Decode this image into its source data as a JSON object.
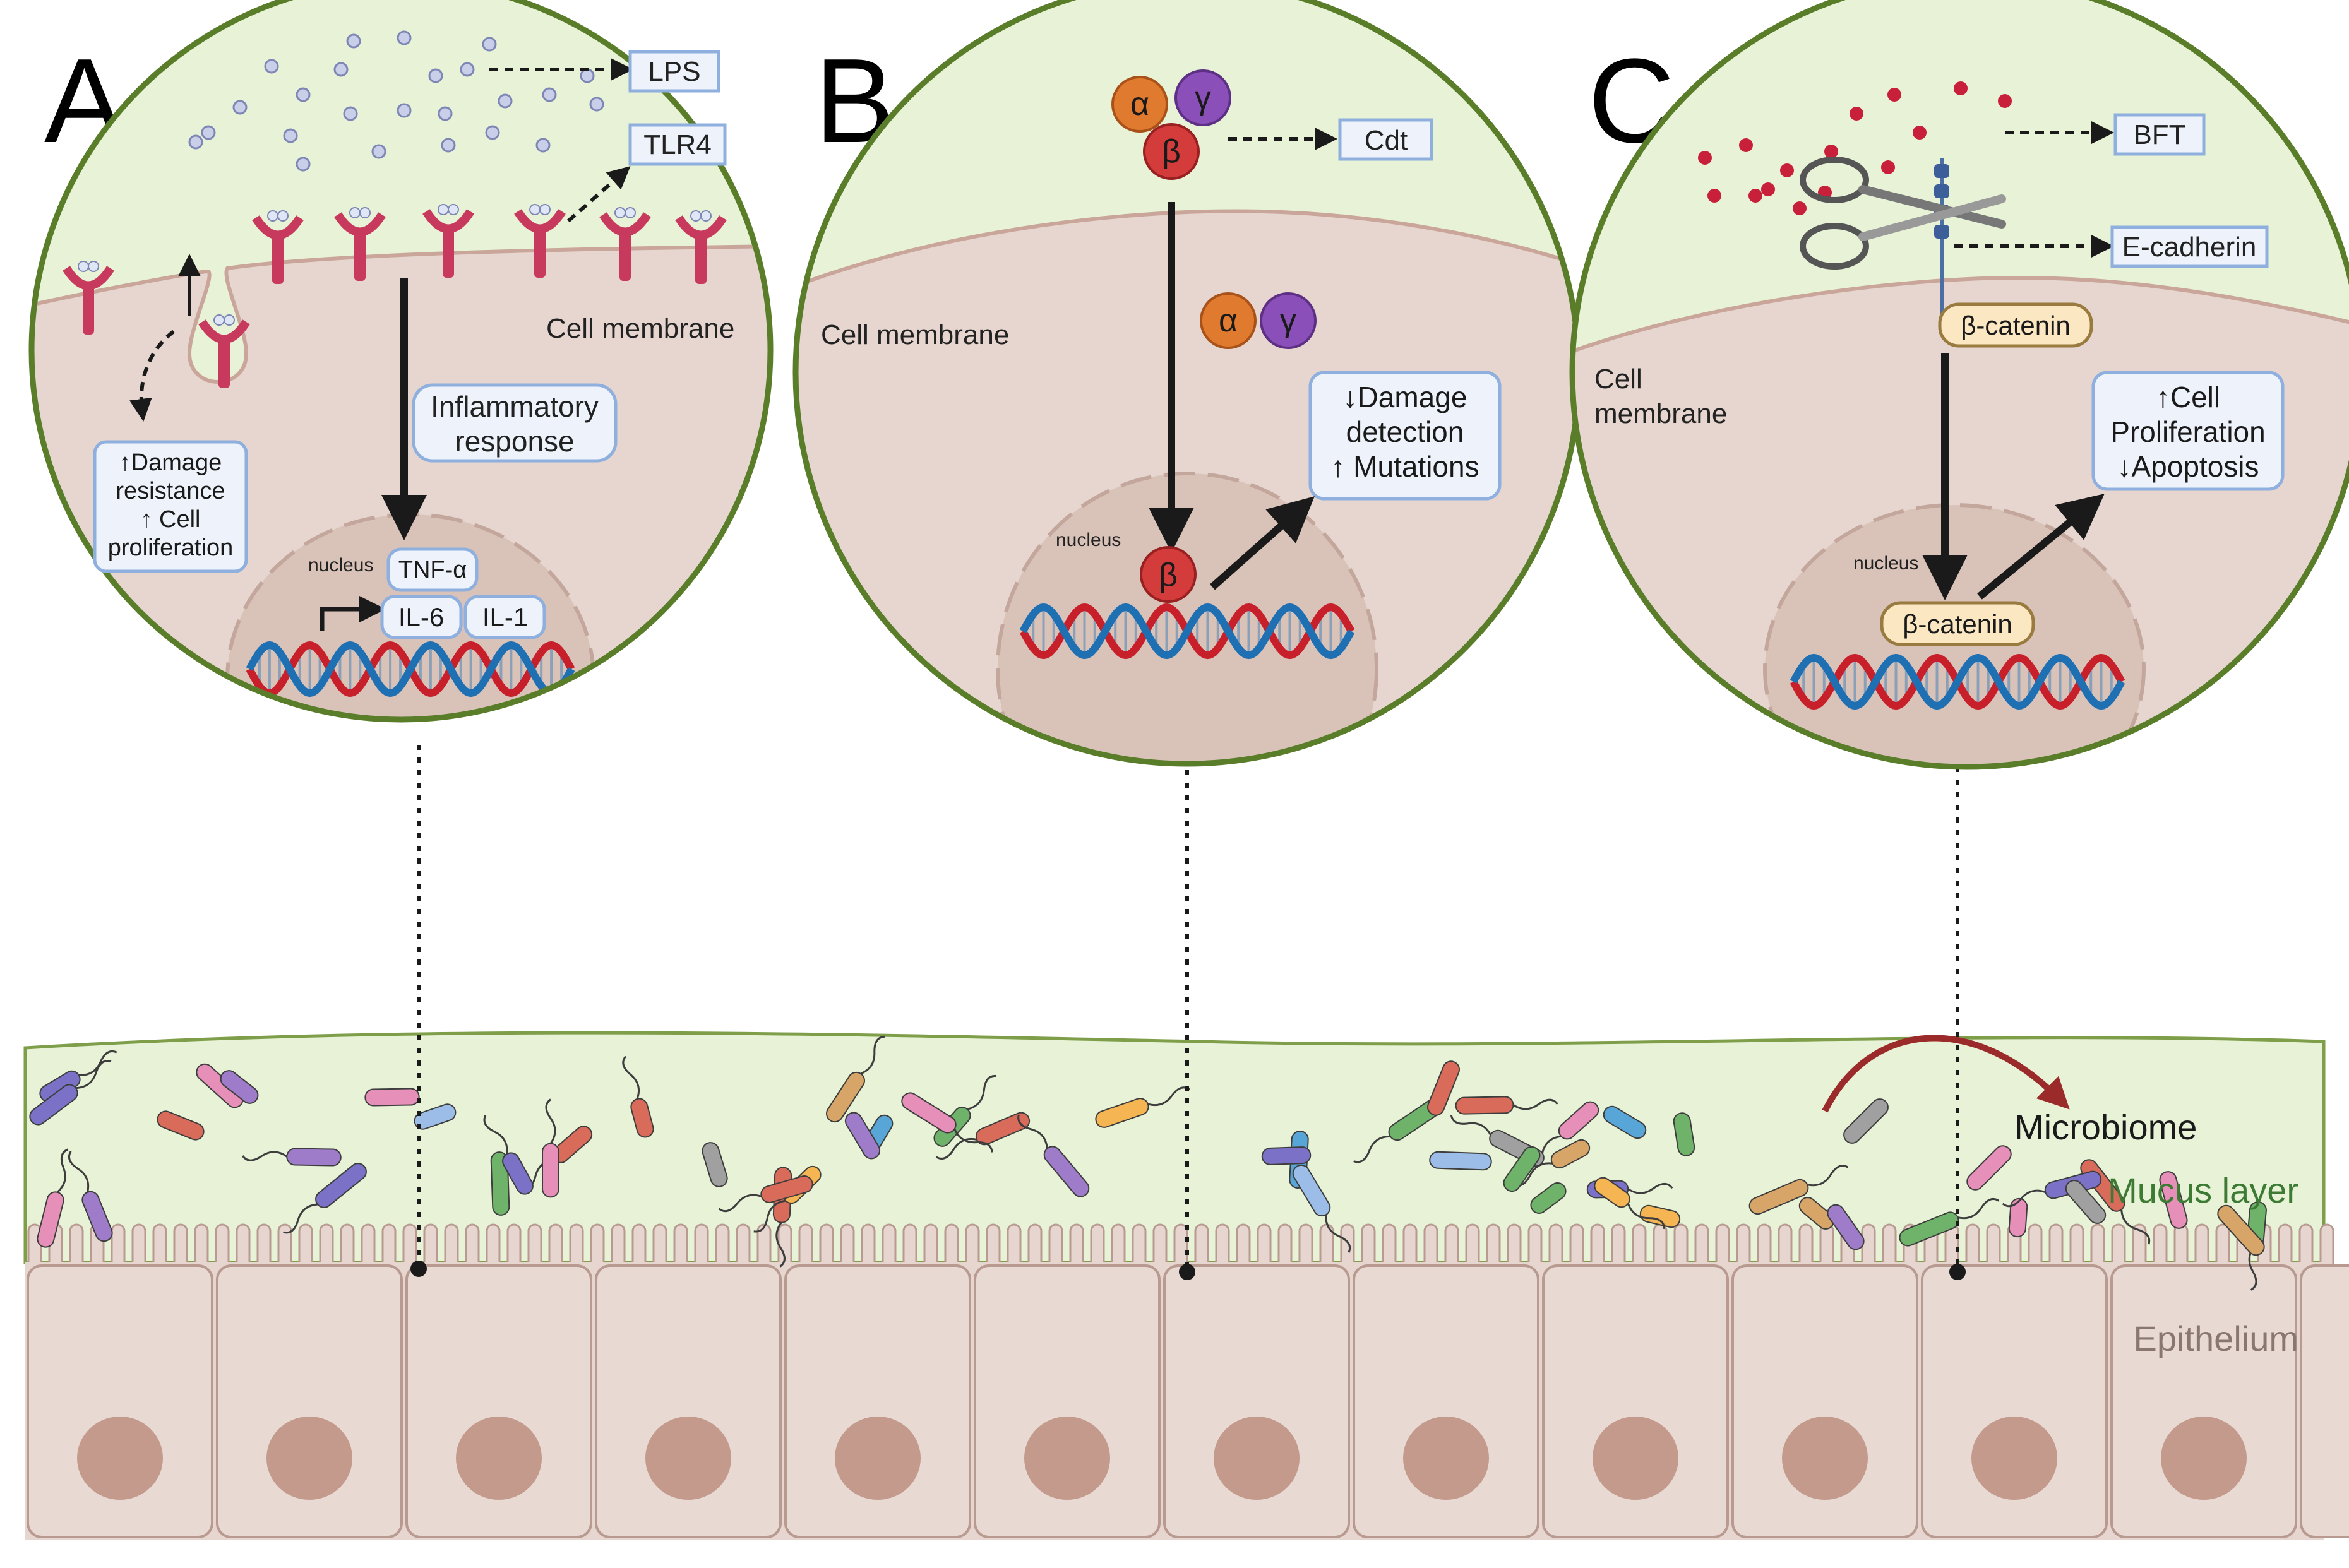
{
  "panels": {
    "A": {
      "letter": "A",
      "toxin_label": "LPS",
      "receptor_label": "TLR4",
      "membrane_label": "Cell membrane",
      "response_lines": [
        "Inflammatory",
        "response"
      ],
      "effects_lines": [
        "↑Damage",
        "resistance",
        "↑ Cell",
        "proliferation"
      ],
      "nucleus_label": "nucleus",
      "cytokines": [
        "TNF-α",
        "IL-6",
        "IL-1"
      ]
    },
    "B": {
      "letter": "B",
      "toxin_label": "Cdt",
      "subunits": {
        "alpha": "α",
        "gamma": "γ",
        "beta": "β"
      },
      "membrane_label": "Cell membrane",
      "effects_lines": [
        "↓Damage",
        "detection",
        "↑ Mutations"
      ],
      "nucleus_label": "nucleus"
    },
    "C": {
      "letter": "C",
      "toxin_label": "BFT",
      "adhesion_label": "E-cadherin",
      "catenin_label": "β-catenin",
      "membrane_lines": [
        "Cell",
        "membrane"
      ],
      "effects_lines": [
        "↑Cell",
        "Proliferation",
        "↓Apoptosis"
      ],
      "nucleus_label": "nucleus",
      "nuclear_catenin_label": "β-catenin"
    }
  },
  "tissue": {
    "microbiome_label": "Microbiome",
    "mucus_label": "Mucus layer",
    "epithelium_label": "Epithelium"
  },
  "colors": {
    "circle_outline": "#5a7d2a",
    "extracellular": "#e7f2d6",
    "cytoplasm": "#e6d6cf",
    "nucleus": "#d9c3b9",
    "dna_red": "#c8202a",
    "dna_blue": "#1f6fb3",
    "mucus_text": "#3d7a33",
    "epithelium_text": "#8a7670",
    "microbiome_arrow": "#9b2b2b"
  }
}
